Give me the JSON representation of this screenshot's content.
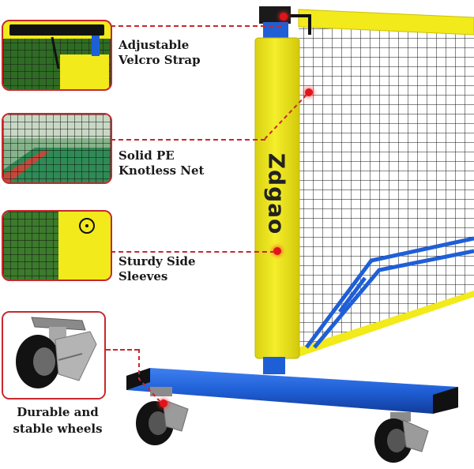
{
  "features": [
    {
      "label": "Adjustable\nVelcro Strap",
      "icon": "velcro-strap-detail"
    },
    {
      "label": "Solid PE\nKnotless Net",
      "icon": "net-detail"
    },
    {
      "label": "Sturdy Side\nSleeves",
      "icon": "sleeve-detail"
    },
    {
      "label": "Durable and\nstable wheels",
      "icon": "wheel-detail"
    }
  ],
  "brand": {
    "name": "Zdgao"
  },
  "colors": {
    "accent": "#c7282c",
    "sleeve_yellow": "#f2ea1a",
    "frame_blue": "#1f5fd6",
    "net_black": "#111111"
  }
}
